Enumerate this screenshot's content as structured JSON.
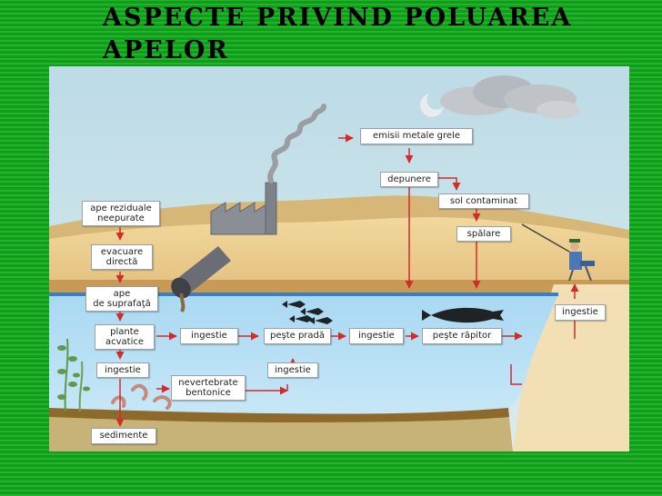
{
  "title": {
    "line1": "ASPECTE  PRIVIND POLUAREA",
    "line2": "APELOR"
  },
  "labels": {
    "emisii": "emisii metale grele",
    "depunere": "depunere",
    "sol": "sol contaminat",
    "spalare": "spălare",
    "ape_rez_1": "ape reziduale",
    "ape_rez_2": "neepurate",
    "evacuare_1": "evacuare",
    "evacuare_2": "directă",
    "ape_sup_1": "ape",
    "ape_sup_2": "de suprafaţă",
    "plante_1": "plante",
    "plante_2": "acvatice",
    "ingestie_1": "ingestie",
    "peste_prada": "peşte pradă",
    "ingestie_2": "ingestie",
    "peste_rapitor": "peşte răpitor",
    "ingestie_3": "ingestie",
    "ingestie_4": "ingestie",
    "ingestie_5": "ingestie",
    "nevertebrate_1": "nevertebrate",
    "nevertebrate_2": "bentonice",
    "sedimente": "sedimente"
  },
  "colors": {
    "background": "#0fa81a",
    "sky": "#c6e1ea",
    "land": "#e9c98a",
    "water": "#b9e0f5",
    "arrow": "#d42a2a"
  }
}
